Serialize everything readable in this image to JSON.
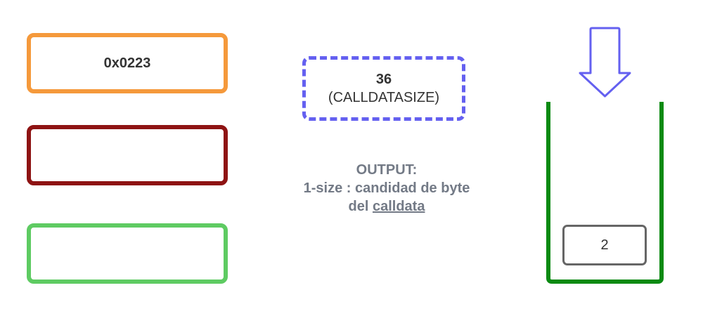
{
  "registers": [
    {
      "value": "0x0223",
      "color": "#f5993b"
    },
    {
      "value": "",
      "color": "#8e1313"
    },
    {
      "value": "",
      "color": "#5ecb62"
    }
  ],
  "opcode": {
    "value": "36",
    "name": "(CALLDATASIZE)",
    "color": "#6460f0"
  },
  "output": {
    "heading": "OUTPUT:",
    "line1": "1-size : candidad de byte",
    "line2_prefix": "del ",
    "line2_link": "calldata",
    "color": "#737a86"
  },
  "stack": {
    "items": [
      "2"
    ],
    "container_color": "#0a8a12",
    "arrow_color": "#6460f0",
    "arrow_icon": "down-arrow-icon"
  }
}
